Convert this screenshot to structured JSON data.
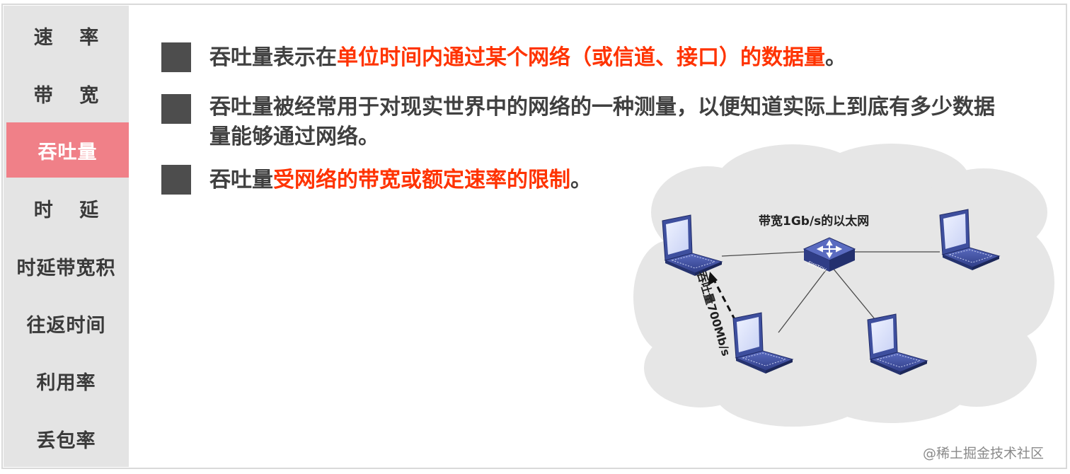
{
  "sidebar": {
    "items": [
      {
        "label": "速 率"
      },
      {
        "label": "带 宽"
      },
      {
        "label": "吞吐量"
      },
      {
        "label": "时 延"
      },
      {
        "label": "时延带宽积"
      },
      {
        "label": "往返时间"
      },
      {
        "label": "利用率"
      },
      {
        "label": "丢包率"
      }
    ],
    "active_index": 2
  },
  "content": {
    "points": [
      {
        "before": "吞吐量表示在",
        "highlight": "单位时间内通过某个网络（或信道、接口）的数据量",
        "after": "。"
      },
      {
        "line1": "吞吐量被经常用于对现实世界中的网络的一种测量，以便知道实际上到底有多少数据",
        "line2": "量能够通过网络。"
      },
      {
        "before": "吞吐量",
        "highlight": "受网络的带宽或额定速率的限制",
        "after": "。"
      }
    ]
  },
  "diagram": {
    "title": "带宽1Gb/s的以太网",
    "switch_label": "SWITCH",
    "throughput_label": "吞吐量700Mb/s"
  },
  "watermark": "@稀土掘金技术社区",
  "colors": {
    "highlight": "#ff3300",
    "active_tab": "#f08088",
    "sidebar_bg": "#e4e4e4",
    "bullet": "#4d4d4d",
    "laptop": "#3e4f9e"
  },
  "icons": [
    "laptop-icon",
    "switch-icon"
  ]
}
